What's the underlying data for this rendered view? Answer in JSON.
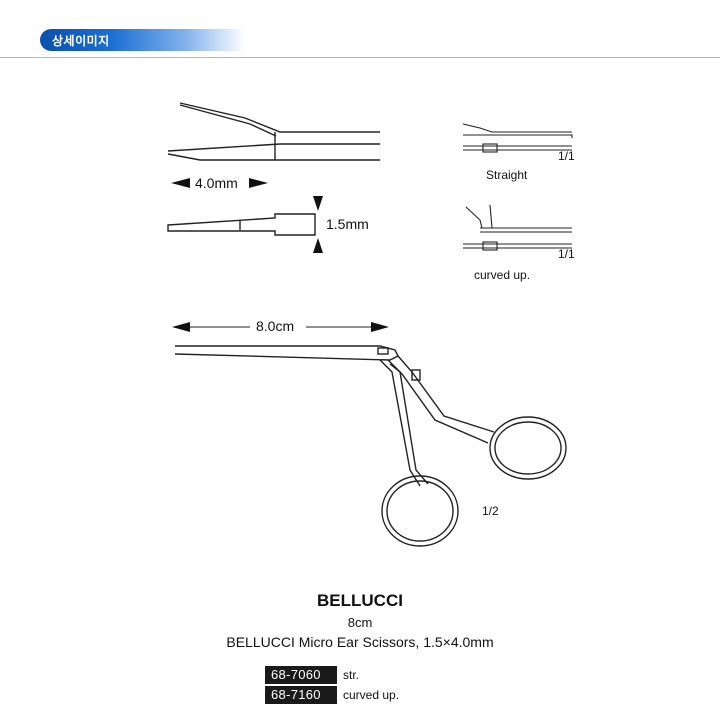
{
  "header": {
    "tab_label": "상세이미지"
  },
  "diagram": {
    "tip_length": "4.0mm",
    "tip_width": "1.5mm",
    "scale_straight": "1/1",
    "label_straight": "Straight",
    "scale_curved": "1/1",
    "label_curved": "curved up.",
    "shaft_length": "8.0cm",
    "scale_full": "1/2"
  },
  "product": {
    "name": "BELLUCCI",
    "size": "8cm",
    "description": "BELLUCCI Micro Ear Scissors, 1.5×4.0mm",
    "codes": [
      {
        "code": "68-7060",
        "variant": "str."
      },
      {
        "code": "68-7160",
        "variant": "curved up."
      }
    ]
  }
}
